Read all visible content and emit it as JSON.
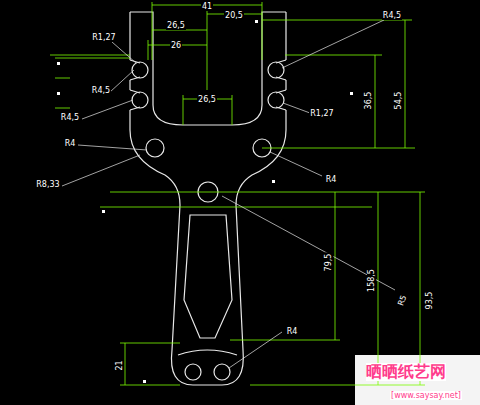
{
  "diagram": {
    "labels": [
      "41",
      "20,5",
      "26,5",
      "26",
      "R1,27",
      "R4,5",
      "R4,5",
      "R4,5",
      "R1,27",
      "36,5",
      "54,5",
      "26,5",
      "R4",
      "R8,33",
      "R4",
      "158,5",
      "79,5",
      "R5",
      "93,5",
      "R4",
      "21",
      "晒晒纸艺网",
      "[www.saysay.net]"
    ]
  }
}
